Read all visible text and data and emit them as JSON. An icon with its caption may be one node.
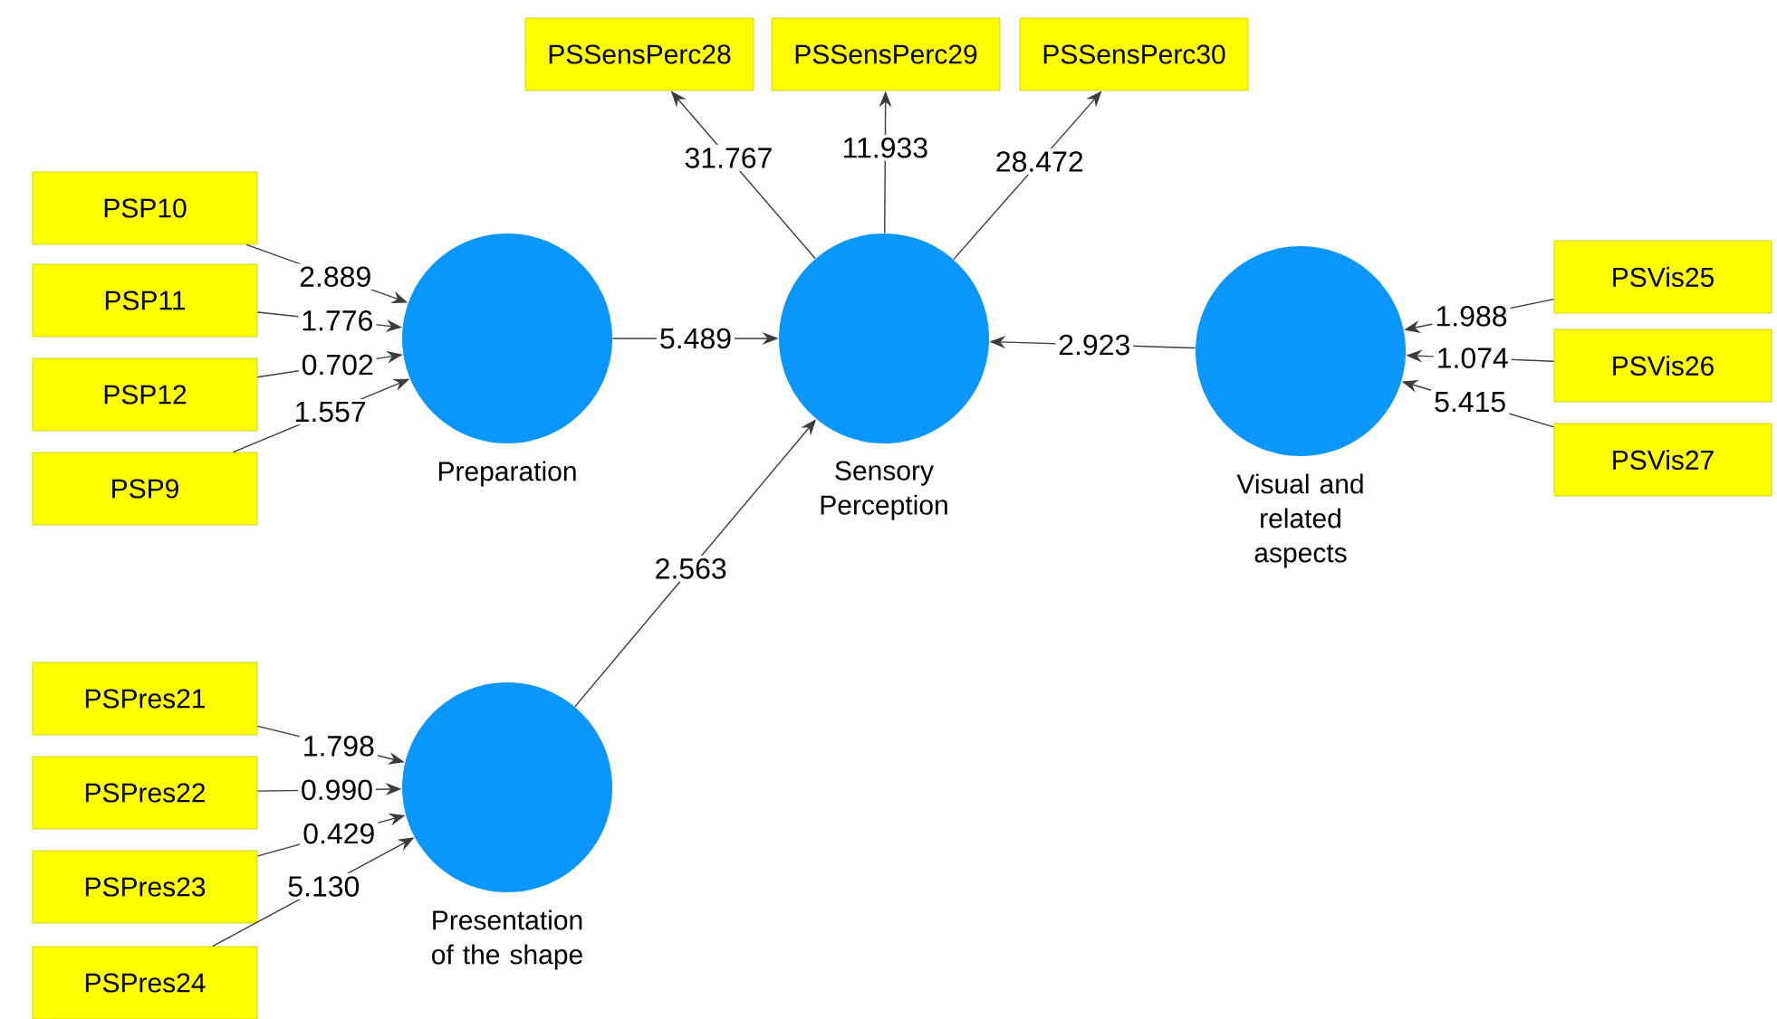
{
  "diagram": {
    "nodes": [
      {
        "text": [
          "PSSensPerc28"
        ]
      },
      {
        "text": [
          "PSSensPerc29"
        ]
      },
      {
        "text": [
          "PSSensPerc30"
        ]
      },
      {
        "text": [
          "PSP10"
        ]
      },
      {
        "text": [
          "PSP11"
        ]
      },
      {
        "text": [
          "PSP12"
        ]
      },
      {
        "text": [
          "PSP9"
        ]
      },
      {
        "text": [
          "Preparation"
        ]
      },
      {
        "text": [
          "Sensory Perception"
        ]
      },
      {
        "text": [
          "Visual and related aspects"
        ]
      },
      {
        "text": [
          "PSVis25"
        ]
      },
      {
        "text": [
          "PSVis26"
        ]
      },
      {
        "text": [
          "PSVis27"
        ]
      },
      {
        "text": [
          "PSPres21"
        ]
      },
      {
        "text": [
          "PSPres22"
        ]
      },
      {
        "text": [
          "PSPres23"
        ]
      },
      {
        "text": [
          "PSPres24"
        ]
      },
      {
        "text": [
          "Presentation of the shape"
        ]
      }
    ],
    "edges": [
      {
        "from": 7,
        "to": 8,
        "arrow": "to",
        "label": "5.489"
      },
      {
        "from": 8,
        "to": 0,
        "arrow": "to",
        "label": "31.767"
      },
      {
        "from": 8,
        "to": 1,
        "arrow": "to",
        "label": "11.933"
      },
      {
        "from": 8,
        "to": 2,
        "arrow": "to",
        "label": "28.472"
      },
      {
        "from": 9,
        "to": 8,
        "arrow": "to",
        "label": "2.923"
      },
      {
        "from": 17,
        "to": 8,
        "arrow": "to",
        "label": "2.563"
      },
      {
        "from": 3,
        "to": 7,
        "arrow": "to",
        "label": "2.889"
      },
      {
        "from": 4,
        "to": 7,
        "arrow": "to",
        "label": "1.776"
      },
      {
        "from": 5,
        "to": 7,
        "arrow": "to",
        "label": "0.702"
      },
      {
        "from": 6,
        "to": 7,
        "arrow": "to",
        "label": "1.557"
      },
      {
        "from": 10,
        "to": 9,
        "arrow": "to",
        "label": "1.988"
      },
      {
        "from": 11,
        "to": 9,
        "arrow": "to",
        "label": "1.074"
      },
      {
        "from": 12,
        "to": 9,
        "arrow": "to",
        "label": "5.415"
      },
      {
        "from": 13,
        "to": 17,
        "arrow": "to",
        "label": "1.798"
      },
      {
        "from": 14,
        "to": 17,
        "arrow": "to",
        "label": "0.990"
      },
      {
        "from": 15,
        "to": 17,
        "arrow": "to",
        "label": "0.429"
      },
      {
        "from": 16,
        "to": 17,
        "arrow": "to",
        "label": "5.130"
      }
    ]
  }
}
